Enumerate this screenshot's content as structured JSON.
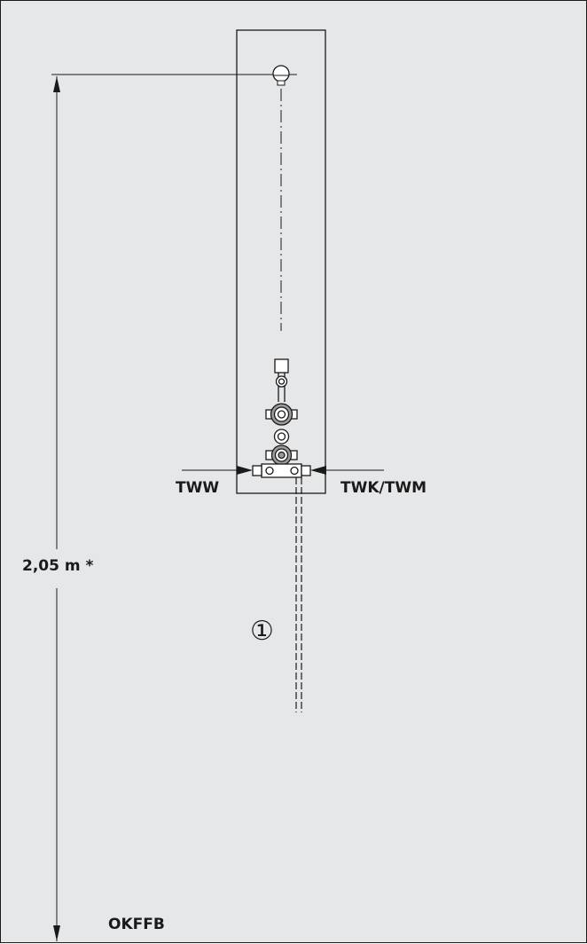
{
  "labels": {
    "hot_water": "TWW",
    "cold_water": "TWK/TWM",
    "height": "2,05 m *",
    "floor": "OKFFB",
    "callout": "①"
  },
  "colors": {
    "background": "#e6e7e9",
    "line": "#1a1a1a"
  },
  "icons": [
    "shower-head-icon",
    "thermostatic-mixer-icon"
  ]
}
